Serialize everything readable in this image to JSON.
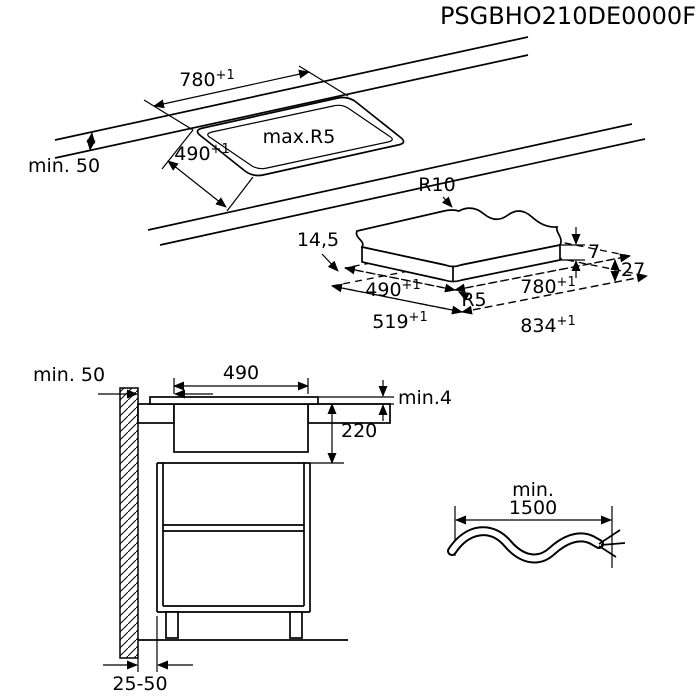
{
  "title": "PSGBHO210DE0000F",
  "colors": {
    "line": "#000000",
    "background": "#ffffff"
  },
  "top_view": {
    "cutout_width": {
      "value": "780",
      "sup": "+1"
    },
    "cutout_depth": {
      "value": "490",
      "sup": "+1"
    },
    "cutout_corner_radius": "max.R5",
    "edge_clearance": "min. 50"
  },
  "hob_view": {
    "hob_corner_radius": "R10",
    "glass_thickness": "7",
    "side_overhang": "14,5",
    "end_overhang": "27",
    "cutout_corner_radius": "R5",
    "cutout_depth": {
      "value": "490",
      "sup": "+1"
    },
    "cutout_width": {
      "value": "780",
      "sup": "+1"
    },
    "hob_depth": {
      "value": "519",
      "sup": "+1"
    },
    "hob_width": {
      "value": "834",
      "sup": "+1"
    }
  },
  "section_view": {
    "wall_clearance": "min. 50",
    "cutout_depth": "490",
    "glass_gap": "min.4",
    "installation_depth": "220",
    "rear_gap": "25-50"
  },
  "cable_view": {
    "min_label": "min.",
    "length": "1500"
  }
}
